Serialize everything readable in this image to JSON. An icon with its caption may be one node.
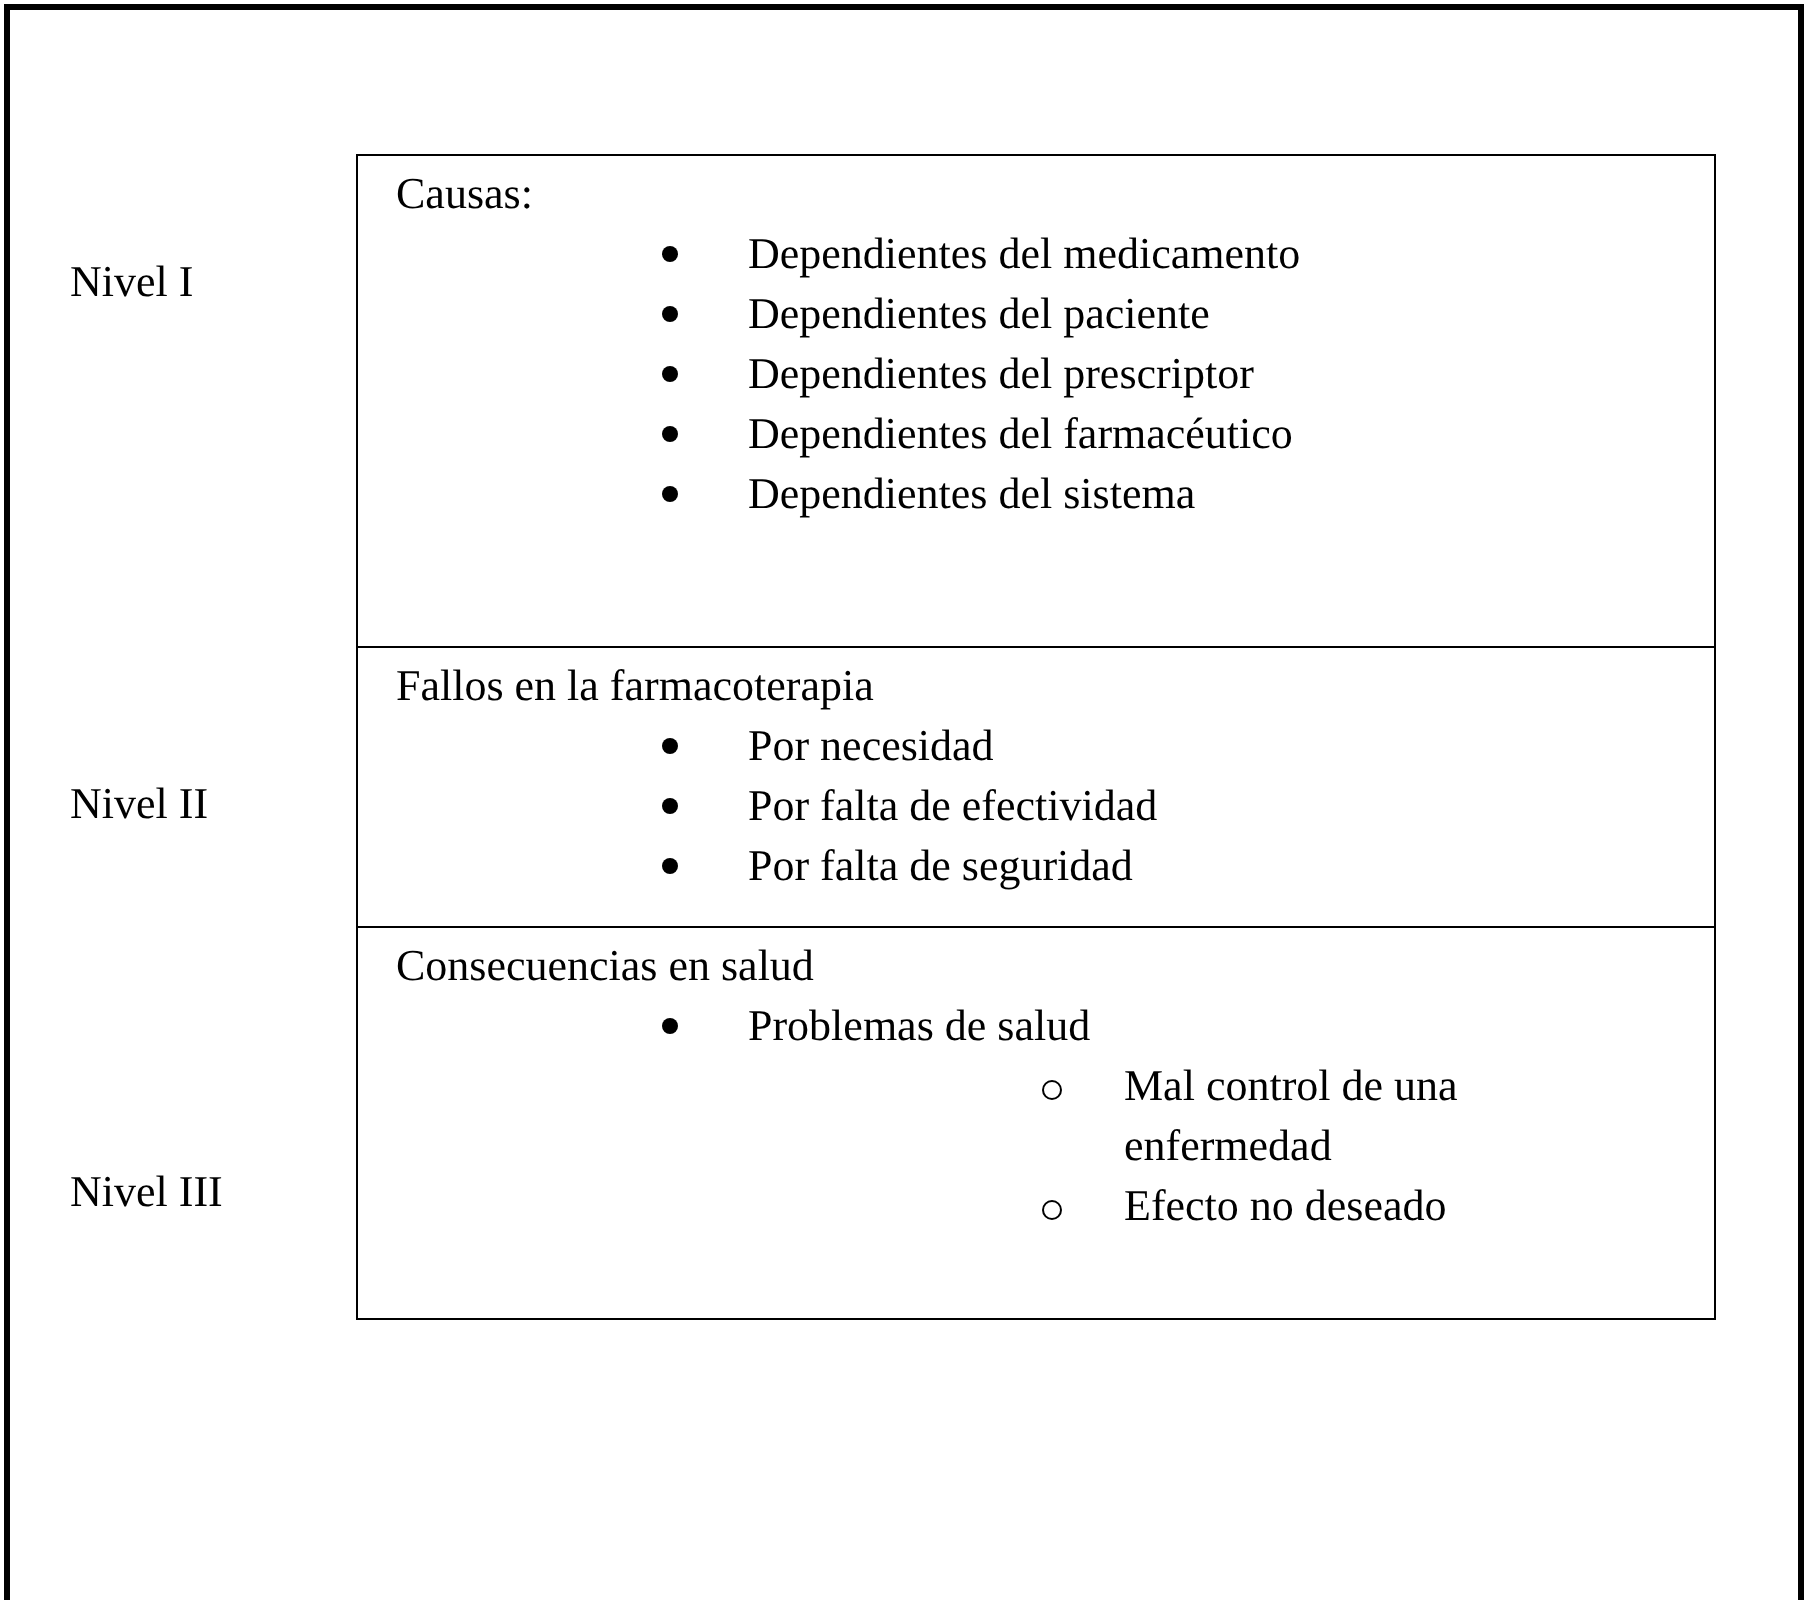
{
  "diagram": {
    "nodes": [
      {
        "text": [
          "Causas:",
          "Dependientes del medicamento",
          "Dependientes del paciente",
          "Dependientes del prescriptor",
          "Dependientes del farmacéutico",
          "Dependientes del sistema"
        ],
        "beside": [
          "Nivel I"
        ]
      },
      {
        "text": [
          "Fallos en la farmacoterapia",
          "Por necesidad",
          "Por falta de efectividad",
          "Por falta de seguridad"
        ],
        "beside": [
          "Nivel II"
        ]
      },
      {
        "text": [
          "Consecuencias en salud",
          "Problemas de salud",
          "Mal control de una enfermedad",
          "Efecto no deseado"
        ],
        "beside": [
          "Nivel III"
        ]
      }
    ],
    "edges": []
  }
}
